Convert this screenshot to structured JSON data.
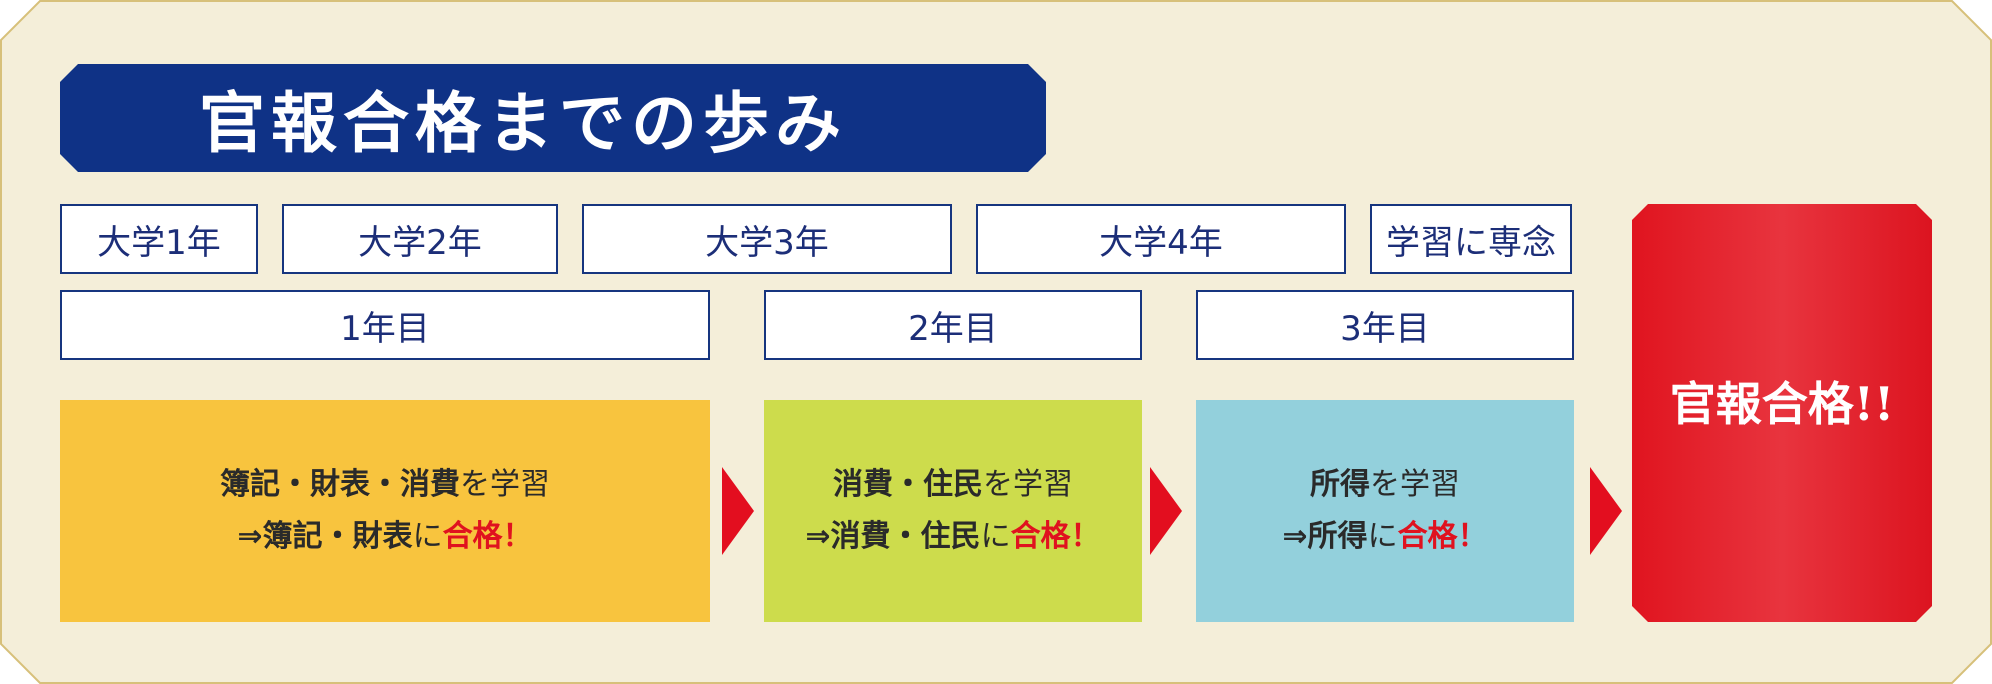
{
  "title": "官報合格までの歩み",
  "colors": {
    "background": "#f4eed9",
    "border_gold": "#d7c07a",
    "navy": "#0f3286",
    "label_border": "#16357f",
    "step1_yellow": "#f8c43e",
    "step2_green": "#cddc4c",
    "step3_blue": "#93d0dc",
    "accent_red": "#e30e1f"
  },
  "university_years": [
    "大学1年",
    "大学2年",
    "大学3年",
    "大学4年",
    "学習に専念"
  ],
  "study_years": [
    "1年目",
    "2年目",
    "3年目"
  ],
  "steps": [
    {
      "line1_bold": "簿記・財表・消費",
      "line1_rest": "を学習",
      "line2_prefix": "⇒簿記・財表",
      "line2_mid": "に",
      "line2_pass": "合格！"
    },
    {
      "line1_bold": "消費・住民",
      "line1_rest": "を学習",
      "line2_prefix": "⇒消費・住民",
      "line2_mid": "に",
      "line2_pass": "合格！"
    },
    {
      "line1_bold": "所得",
      "line1_rest": "を学習",
      "line2_prefix": "⇒所得",
      "line2_mid": "に",
      "line2_pass": "合格！"
    }
  ],
  "goal": "官報合格!!",
  "icons": [
    "arrow-right-icon",
    "arrow-right-icon",
    "arrow-right-icon"
  ]
}
